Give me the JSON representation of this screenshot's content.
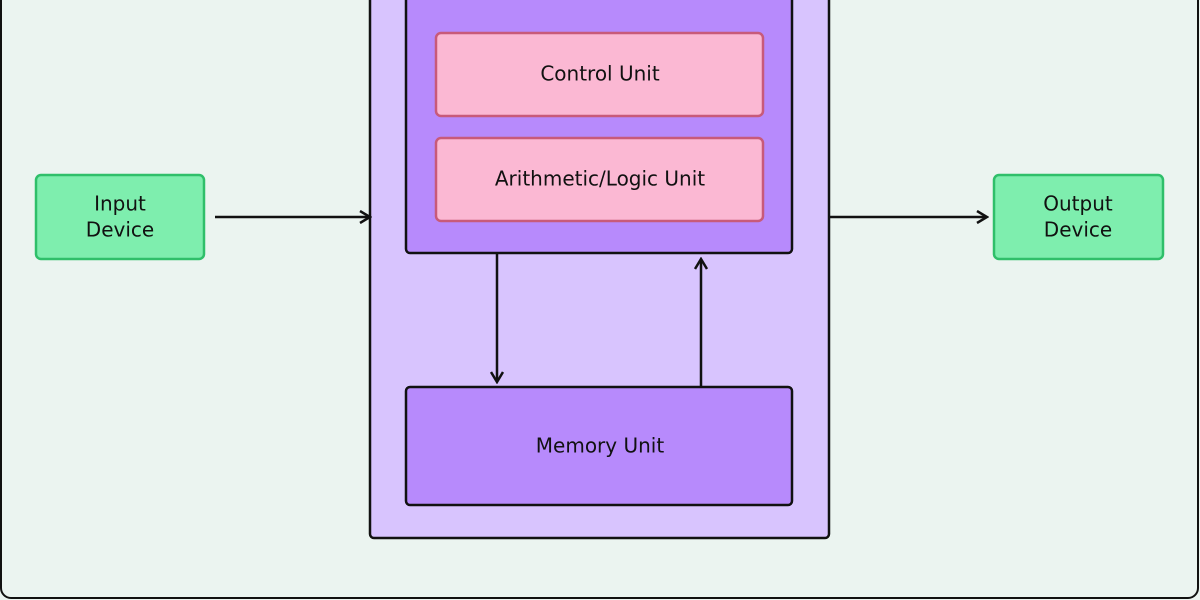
{
  "nodes": {
    "input": {
      "line1": "Input",
      "line2": "Device"
    },
    "output": {
      "line1": "Output",
      "line2": "Device"
    },
    "control_unit": "Control Unit",
    "alu": "Arithmetic/Logic Unit",
    "memory": "Memory Unit"
  },
  "colors": {
    "background": "#ebf4f0",
    "cpu_outer": "#d8c4fe",
    "cpu_inner": "#b78afc",
    "unit_fill": "#fbb8d3",
    "unit_stroke": "#c85a7a",
    "device_fill": "#7eeeae",
    "device_stroke": "#2fbf6a"
  }
}
